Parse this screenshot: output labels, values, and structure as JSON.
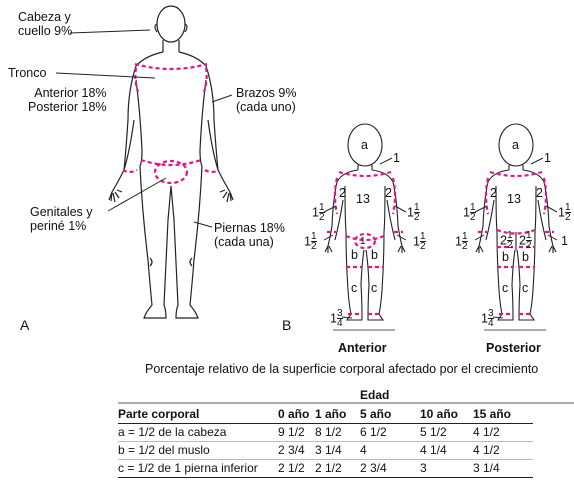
{
  "figure_a": {
    "panel_label": "A",
    "head_label": [
      "Cabeza y",
      "cuello 9%"
    ],
    "trunk_label": "Tronco",
    "trunk_values": [
      "Anterior 18%",
      "Posterior 18%"
    ],
    "arms_label": [
      "Brazos 9%",
      "(cada uno)"
    ],
    "genitals_label": [
      "Genitales y",
      "periné 1%"
    ],
    "legs_label": [
      "Piernas 18%",
      "(cada una)"
    ]
  },
  "figure_b": {
    "panel_label": "B",
    "anterior_caption": "Anterior",
    "posterior_caption": "Posterior",
    "values": {
      "a": "a",
      "b": "b",
      "c": "c",
      "one": "1",
      "two": "2",
      "thirteen": "13",
      "one_and": "1",
      "half_num": "1",
      "half_den": "2",
      "three_num": "3",
      "three_den": "4"
    }
  },
  "caption": "Porcentaje relativo de la superficie corporal afectado por el crecimiento",
  "table": {
    "group_header": "Edad",
    "headers": [
      "Parte corporal",
      "0 año",
      "1 año",
      "5 año",
      "10 año",
      "15 año"
    ],
    "rows": [
      [
        "a = 1/2 de la cabeza",
        "9 1/2",
        "8 1/2",
        "6 1/2",
        "5 1/2",
        "4 1/2"
      ],
      [
        "b = 1/2 del muslo",
        "2 3/4",
        "3 1/4",
        "4",
        "4 1/4",
        "4 1/2"
      ],
      [
        "c = 1/2 de 1 pierna inferior",
        "2 1/2",
        "2 1/2",
        "2 3/4",
        "3",
        "3 1/4"
      ]
    ]
  },
  "colors": {
    "outline": "#222222",
    "boundary": "#e0158c"
  }
}
